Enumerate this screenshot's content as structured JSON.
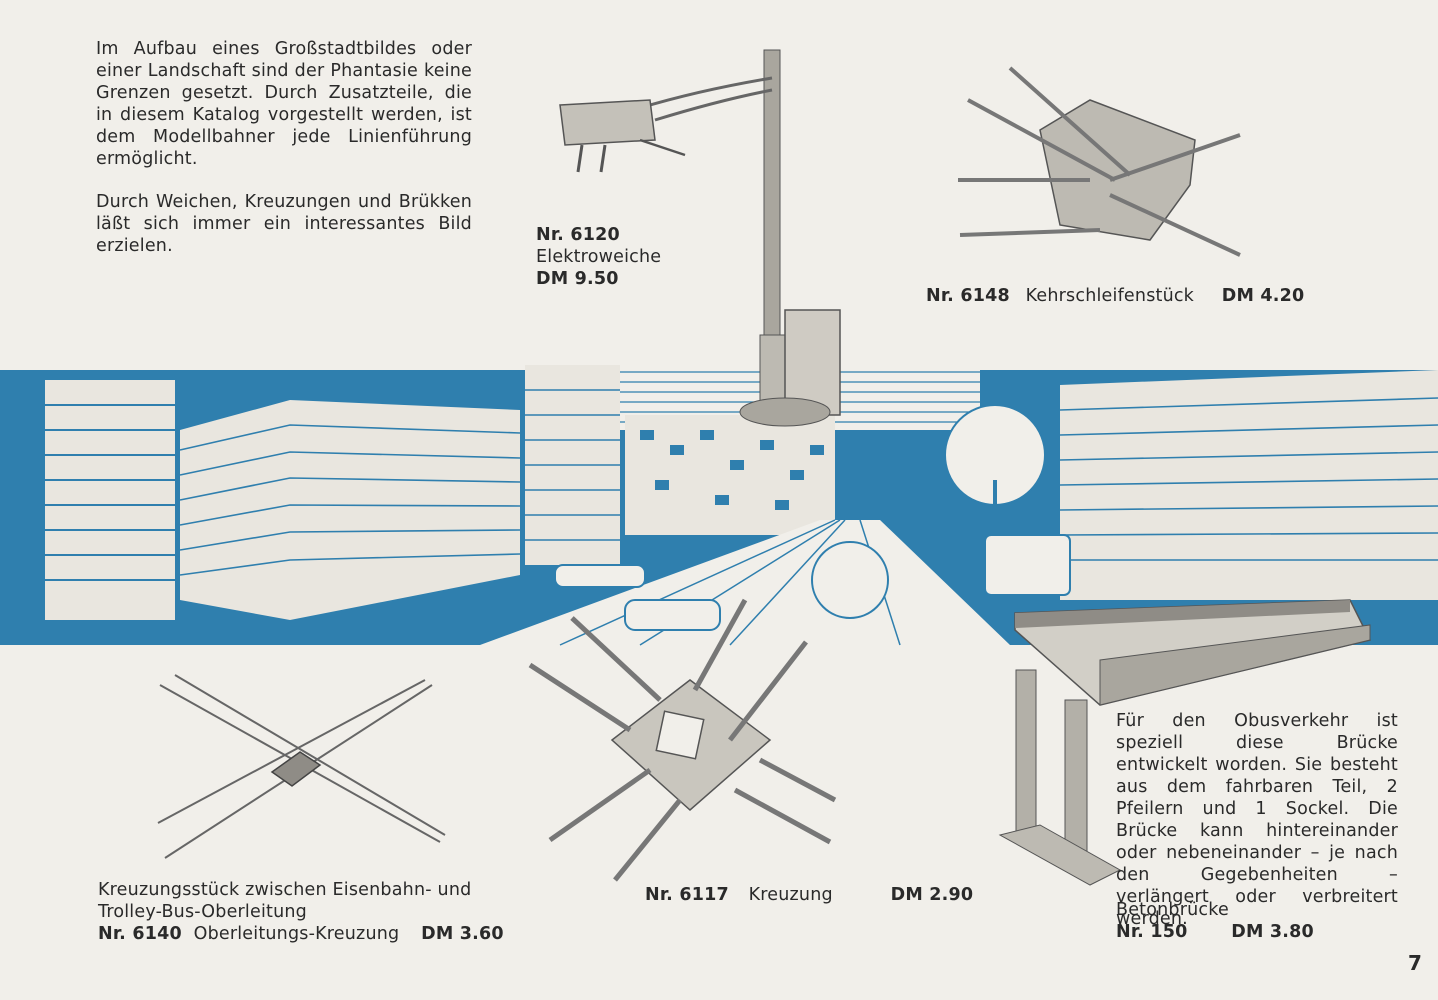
{
  "intro": {
    "para1": "Im Aufbau eines Großstadtbildes oder einer Landschaft sind der Phantasie keine Grenzen gesetzt. Durch Zusatzteile, die in diesem Katalog vorgestellt werden, ist dem Modellbahner jede Linienführung ermöglicht.",
    "para2": "Durch Weichen, Kreuzungen und Brükken läßt sich immer ein interessantes Bild erzielen."
  },
  "products": {
    "p6120": {
      "nr": "Nr. 6120",
      "name": "Elektroweiche",
      "price": "DM 9.50"
    },
    "p6148": {
      "nr": "Nr. 6148",
      "name": "Kehrschleifenstück",
      "price": "DM 4.20"
    },
    "p6140": {
      "desc": "Kreuzungsstück zwischen Eisenbahn- und Trolley-Bus-Oberleitung",
      "nr": "Nr. 6140",
      "name": "Oberleitungs-Kreuzung",
      "price": "DM 3.60"
    },
    "p6117": {
      "nr": "Nr. 6117",
      "name": "Kreuzung",
      "price": "DM 2.90"
    },
    "p150": {
      "desc": "Für den Obusverkehr ist speziell diese Brücke entwickelt worden. Sie besteht aus dem fahrbaren Teil, 2 Pfeilern und 1 Sockel. Die Brücke kann hintereinander oder nebeneinander – je nach den Gegebenheiten – verlängert oder verbreitert werden.",
      "name": "Betonbrücke",
      "nr": "Nr. 150",
      "price": "DM 3.80"
    }
  },
  "page_number": "7",
  "colors": {
    "background": "#f1efea",
    "accent_blue": "#2f7fae",
    "ink": "#2a2a2a",
    "model_grey": "#b9b6ae"
  }
}
